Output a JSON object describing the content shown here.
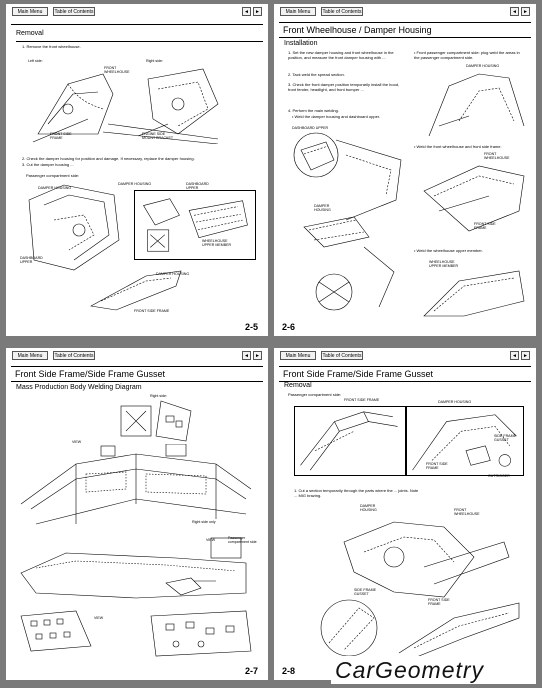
{
  "toolbar": {
    "main_menu": "Main Menu",
    "toc": "Table of Contents",
    "prev": "◄",
    "next": "►"
  },
  "page1": {
    "section": "Removal",
    "step1": "1.  Remove the front wheelhouse.",
    "left_side": "Left side:",
    "right_side": "Right side:",
    "front_wheelhouse": "FRONT\nWHEELHOUSE",
    "front_side_frame": "FRONT SIDE\nFRAME",
    "engine_side_mount": "ENGINE SIDE\nMOUNT BRACKET",
    "step2": "2.  Check the damper housing for position and damage. If necessary, replace the damper housing.",
    "step3": "3.  Cut the damper housing ...",
    "passenger_side": "Passenger compartment side:",
    "damper_housing": "DAMPER HOUSING",
    "dashboard_upper": "DASHBOARD\nUPPER",
    "wheelhouse_upper": "WHEELHOUSE\nUPPER MEMBER",
    "front_side_frame2": "FRONT SIDE FRAME",
    "page_number": "2-5"
  },
  "page2": {
    "title": "Front Wheelhouse / Damper Housing",
    "section": "Installation",
    "step1": "1.  Set the new damper housing and front wheelhouse in the position, and measure the front damper housing with ...",
    "step2": "2.  Tack weld the spread section.",
    "step3": "3.  Check the front damper position temporarily install the hood, front fender, headlight, and front bumper ...",
    "step4": "4.  Perform the main welding.",
    "weld": "• Weld the damper housing and dashboard upper.",
    "dashboard_upper": "DASHBOARD UPPER",
    "damper_housing": "DAMPER\nHOUSING",
    "right_step": "• Front passenger compartment side: plug weld the areas in the passenger compartment side.",
    "weld2": "• Weld the front wheelhouse and front side frame.",
    "front_wheelhouse": "FRONT\nWHEELHOUSE",
    "front_side": "FRONT SIDE\nFRAME",
    "weld3": "• Weld the wheelhouse upper member.",
    "wheelhouse_upper": "WHEELHOUSE\nUPPER MEMBER",
    "page_number": "2-6"
  },
  "page3": {
    "title": "Front Side Frame/Side Frame Gusset",
    "subtitle": "Mass Production Body Welding Diagram",
    "right_side": "Right side:",
    "view1": "VIEW",
    "right_side_only": "Right side only",
    "passenger": "Passenger compartment side",
    "page_number": "2-7"
  },
  "page4": {
    "title": "Front Side Frame/Side Frame Gusset",
    "section": "Removal",
    "passenger": "Passenger compartment side:",
    "front_side_frame": "FRONT SIDE FRAME",
    "damper_housing": "DAMPER HOUSING",
    "side_frame_gusset": "SIDE FRAME\nGUSSET",
    "front_side_frame2": "FRONT SIDE\nFRAME",
    "outrigger": "OUTRIGGER",
    "step": "1.  Cut a section temporarily through the parts where the ... joints. Note ... MIG brazing.",
    "damper_housing2": "DAMPER\nHOUSING",
    "front_wheelhouse": "FRONT\nWHEELHOUSE",
    "side_frame_gusset2": "SIDE FRAME\nGUSSET",
    "front_side_frame3": "FRONT SIDE\nFRAME",
    "page_number": "2-8"
  },
  "watermark": {
    "text": "CarGeometry"
  }
}
